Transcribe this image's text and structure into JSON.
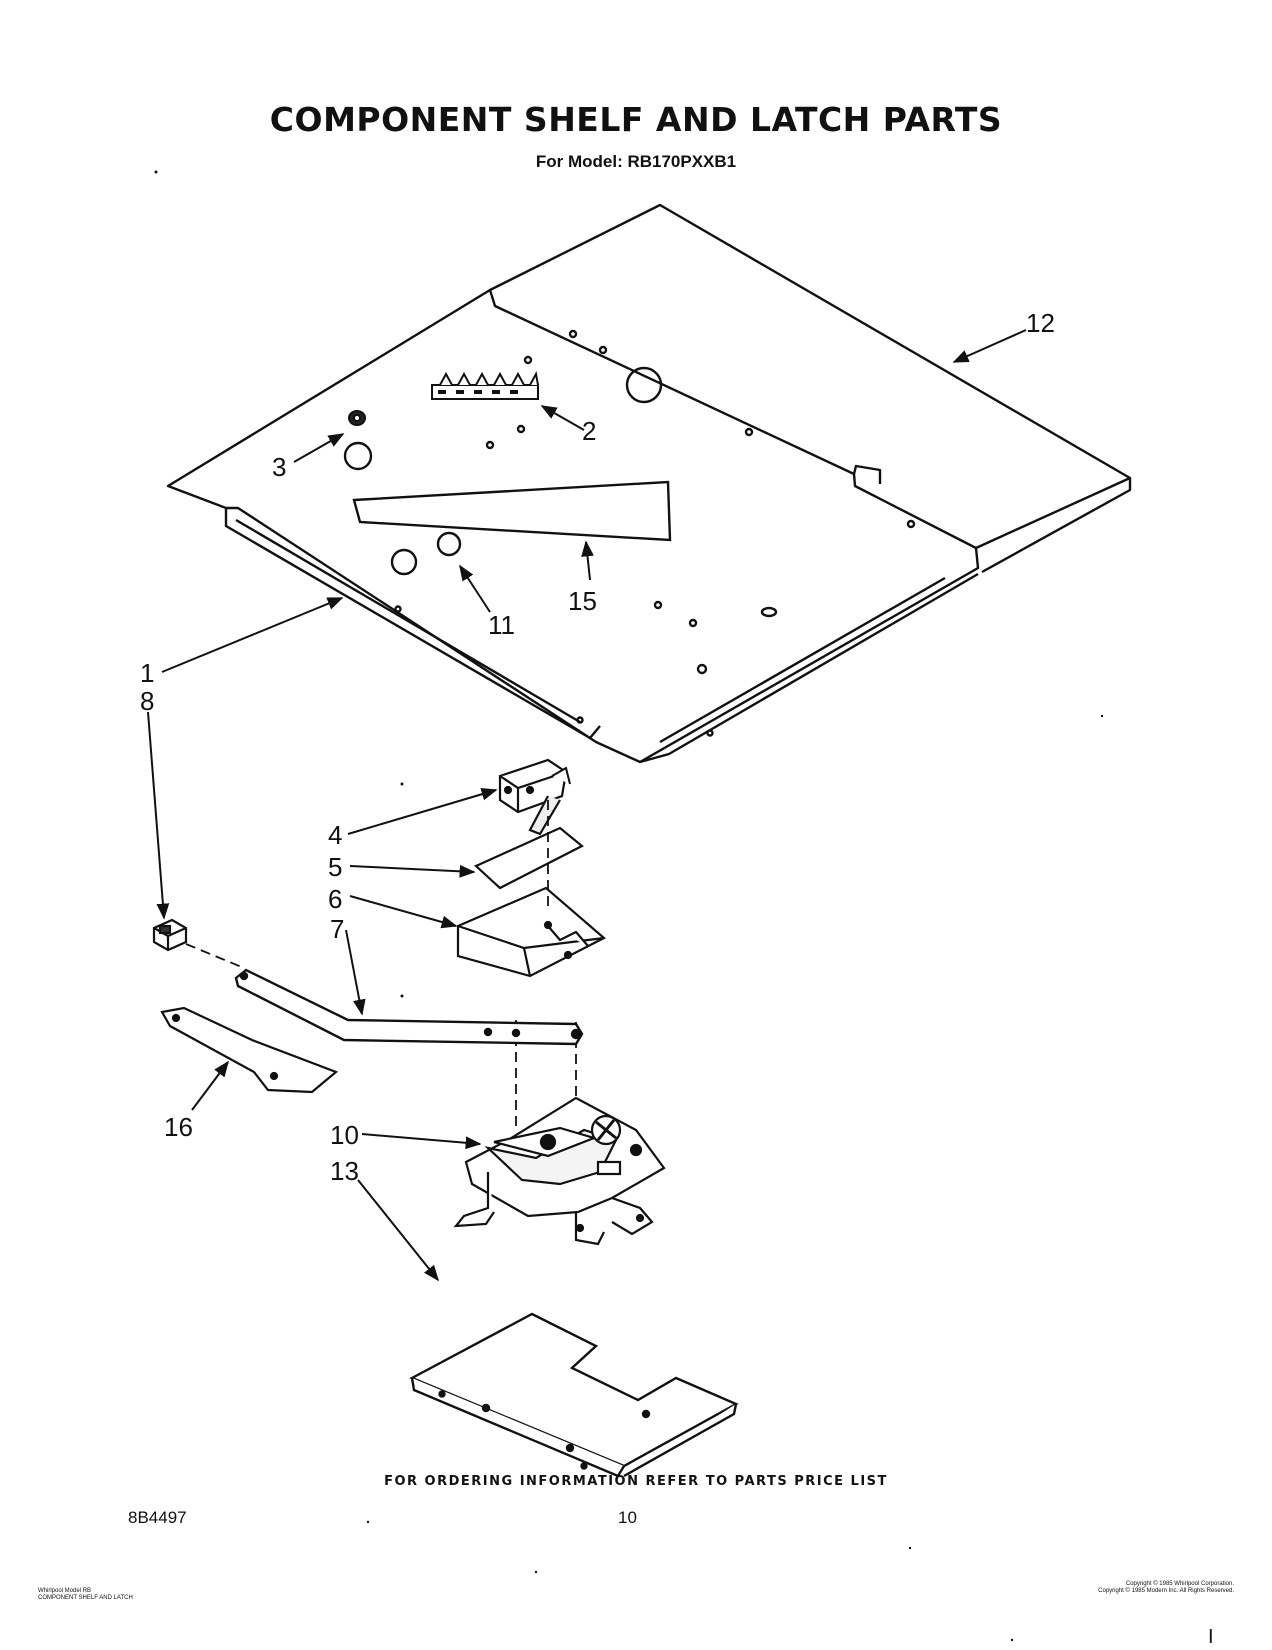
{
  "header": {
    "title": "COMPONENT SHELF AND LATCH PARTS",
    "subtitle": "For Model: RB170PXXB1"
  },
  "callouts": [
    "1",
    "2",
    "3",
    "4",
    "5",
    "6",
    "7",
    "8",
    "10",
    "11",
    "12",
    "13",
    "15",
    "16"
  ],
  "footer": {
    "ordering_note": "FOR ORDERING INFORMATION REFER TO PARTS PRICE LIST",
    "doc_number": "8B4497",
    "page_number": "10",
    "small_left_line1": "Whirlpool Model RB",
    "small_left_line2": "COMPONENT SHELF AND LATCH",
    "small_right_line1": "Copyright © 1985 Whirlpool Corporation.",
    "small_right_line2": "Copyright © 1985 Modern Inc. All Rights Reserved.",
    "corner_mark": "I"
  }
}
